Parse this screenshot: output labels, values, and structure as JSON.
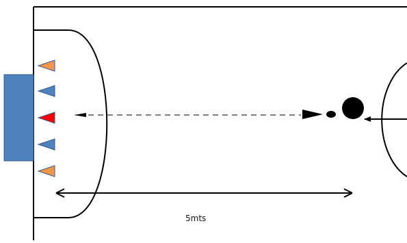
{
  "diagram": {
    "distance_label": "5mts",
    "colors": {
      "goal": "#4f81bd",
      "goal_border": "#385d8a",
      "cone_orange": "#f79646",
      "cone_blue": "#4f81bd",
      "cone_red": "#ff0000",
      "line": "#000000",
      "dashed": "#7f7f7f"
    },
    "cones": [
      "orange",
      "blue",
      "red",
      "blue",
      "orange"
    ],
    "icons": {
      "goal": "goal-rectangle",
      "cone": "triangle-cone-icon",
      "ball": "ball-icon",
      "player": "player-circle-icon"
    }
  }
}
